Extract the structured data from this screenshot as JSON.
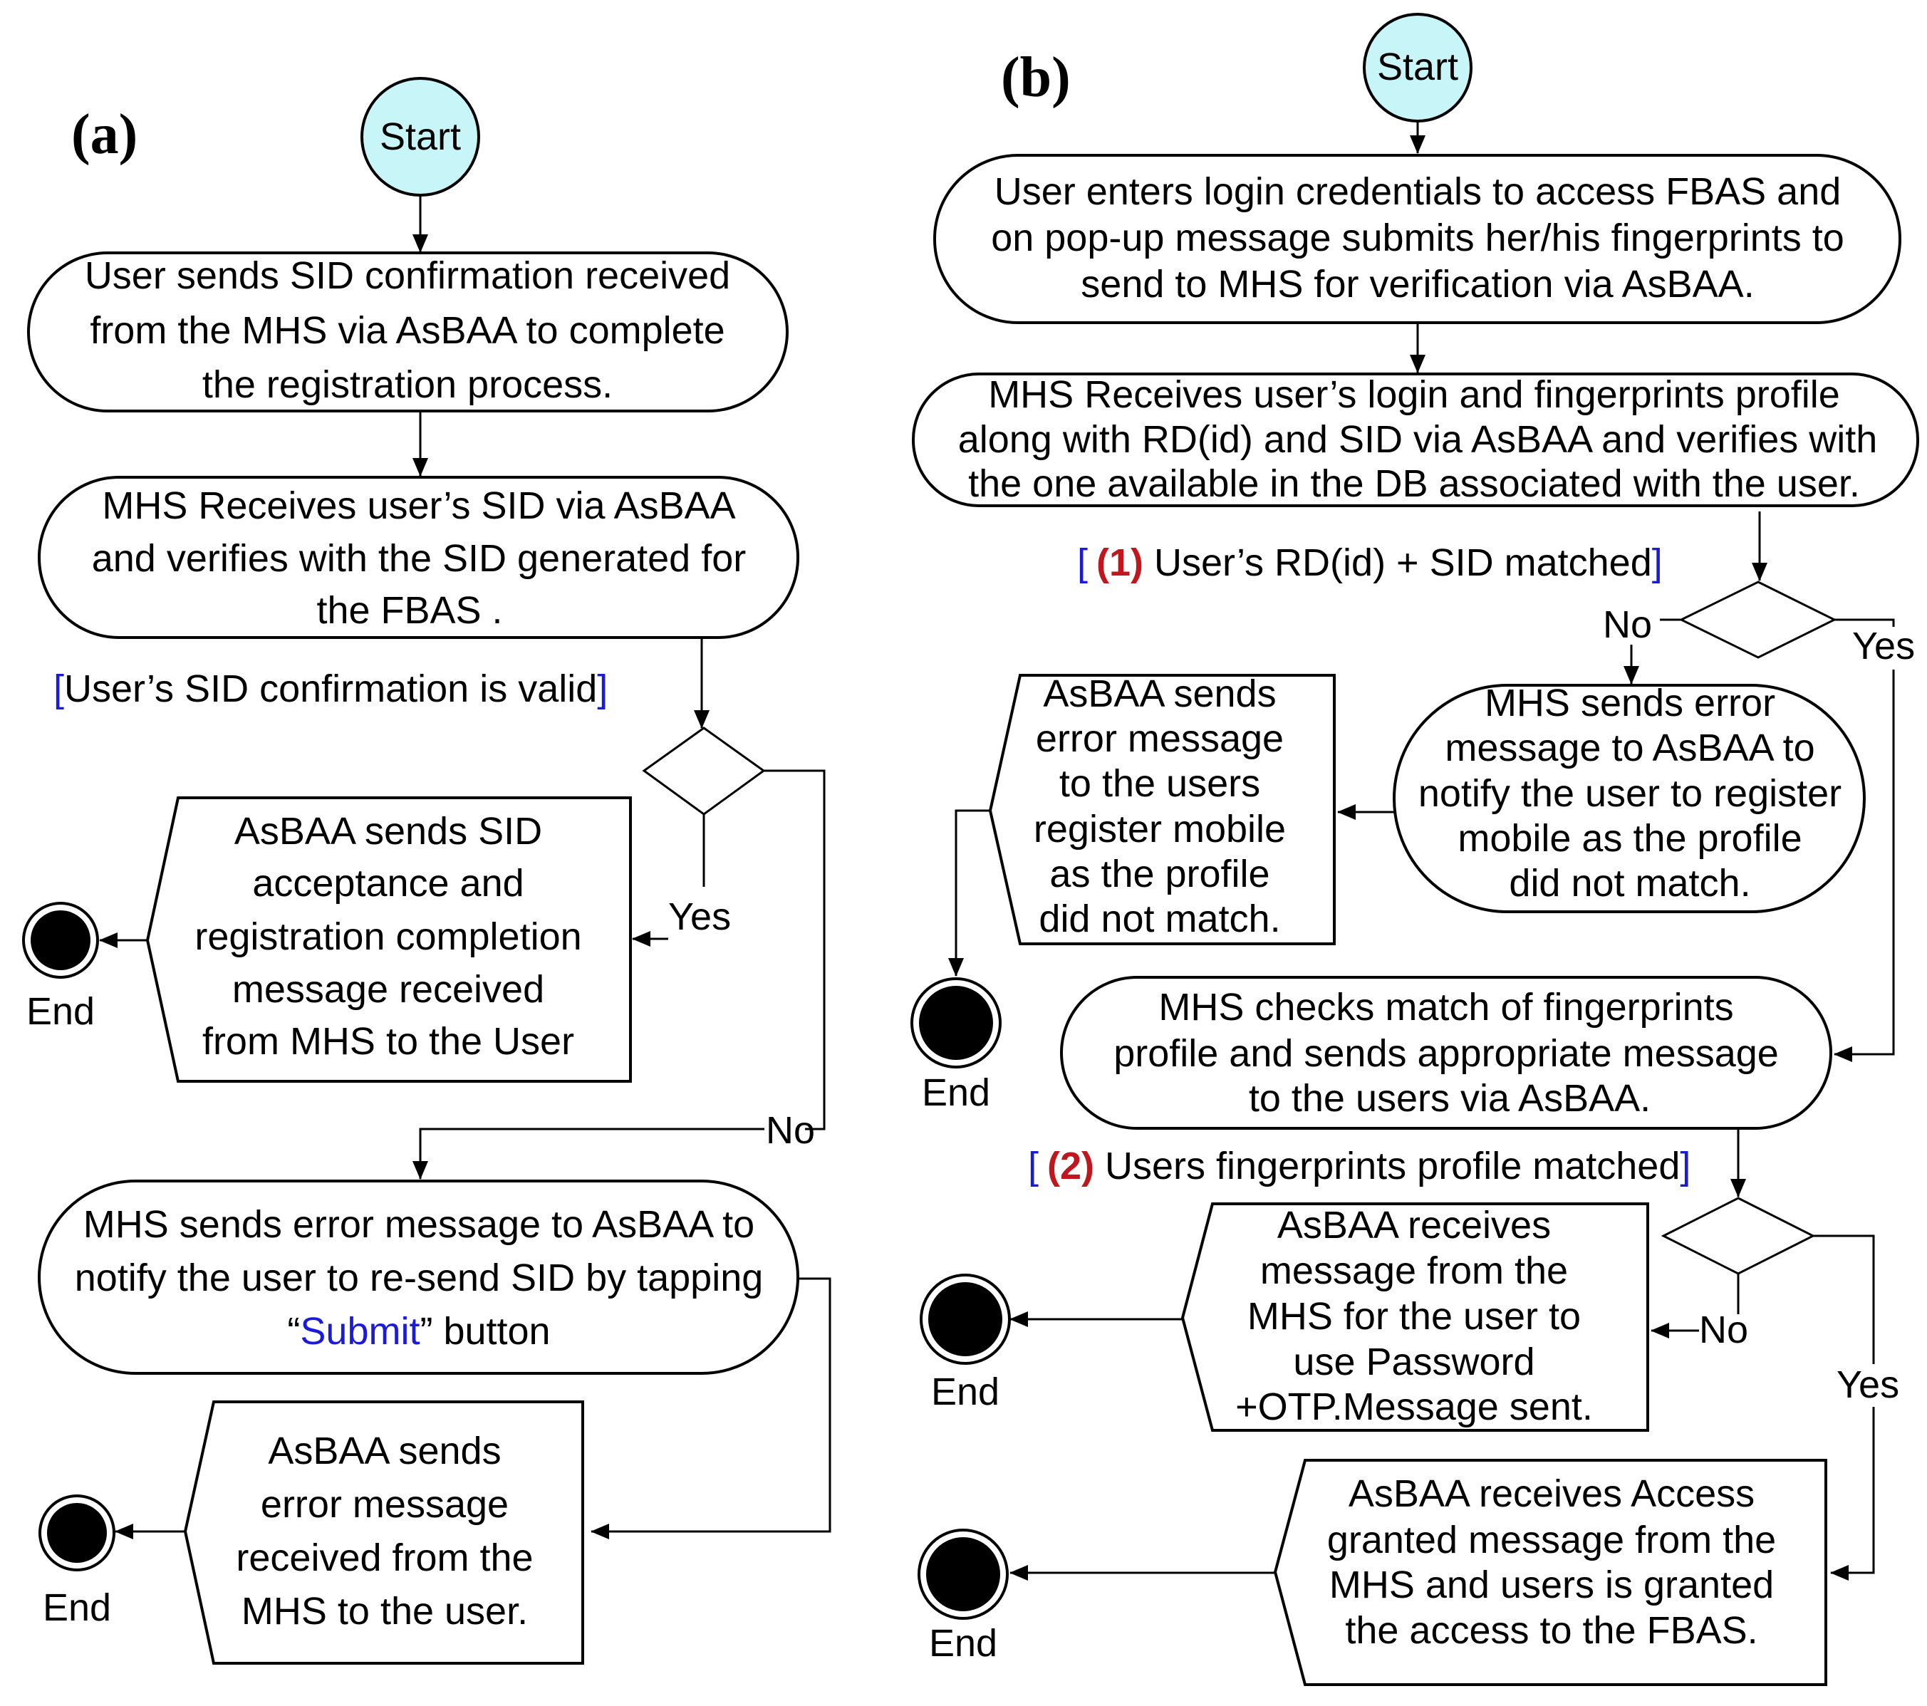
{
  "panel_a": {
    "label": "(a)",
    "start": "Start",
    "node1": {
      "line1": "User sends SID confirmation received",
      "line2": "from the MHS via AsBAA to complete",
      "line3": "the  registration process."
    },
    "node2": {
      "line1": "MHS Receives user’s SID via  AsBAA",
      "line2": "and verifies with the SID generated for",
      "line3": "the FBAS ."
    },
    "guard": {
      "open": "[",
      "text": "User’s SID confirmation is valid",
      "close": "]"
    },
    "yes": "Yes",
    "no": "No",
    "success_node": {
      "line1": "AsBAA sends SID",
      "line2": "acceptance and",
      "line3": "registration completion",
      "line4": "message received",
      "line5": "from MHS to the User"
    },
    "end1": "End",
    "error_node": {
      "line1": "MHS sends error message to AsBAA to",
      "line2": "notify the user to re-send SID by tapping",
      "line3_pre": "“",
      "line3_link": "Submit",
      "line3_post": "” button"
    },
    "error_send_node": {
      "line1": "AsBAA sends",
      "line2": "error message",
      "line3": "received from the",
      "line4": "MHS to the user."
    },
    "end2": "End"
  },
  "panel_b": {
    "label": "(b)",
    "start": "Start",
    "node1": {
      "line1": "User enters login credentials to access FBAS and",
      "line2": "on pop-up message submits her/his fingerprints to",
      "line3": "send to MHS for verification via AsBAA."
    },
    "node2": {
      "line1": "MHS Receives user’s login and fingerprints profile",
      "line2": "along with RD(id) and SID via AsBAA and verifies with",
      "line3": "the one available in the DB associated with the user."
    },
    "guard1": {
      "open": "[",
      "num": "(1)",
      "text": " User’s RD(id) + SID matched",
      "close": "]"
    },
    "no1": "No",
    "yes1": "Yes",
    "error_node": {
      "line1": "MHS sends error",
      "line2": "message to AsBAA to",
      "line3": "notify the user to register",
      "line4": "mobile as the profile",
      "line5": "did not match."
    },
    "error_send_node": {
      "line1": "AsBAA sends",
      "line2": "error message",
      "line3": "to the users",
      "line4": "register mobile",
      "line5": "as the profile",
      "line6": "did not match."
    },
    "end1": "End",
    "check_node": {
      "line1": "MHS checks match of fingerprints",
      "line2": "profile and sends appropriate message",
      "line3": "to the users via AsBAA."
    },
    "guard2": {
      "open": "[",
      "num": "(2)",
      "text": " Users fingerprints profile matched",
      "close": "]"
    },
    "no2": "No",
    "yes2": "Yes",
    "password_node": {
      "line1": "AsBAA receives",
      "line2": "message from the",
      "line3": "MHS for the user to",
      "line4": "use Password",
      "line5": "+OTP.Message sent."
    },
    "end2": "End",
    "granted_node": {
      "line1": "AsBAA receives Access",
      "line2": "granted message from the",
      "line3": "MHS and users is granted",
      "line4": "the access to the FBAS."
    },
    "end3": "End"
  },
  "colors": {
    "start_fill": "#c8f6f8",
    "bracket": "#1a1adb",
    "number": "#c0161d",
    "link": "#1a1adb"
  }
}
